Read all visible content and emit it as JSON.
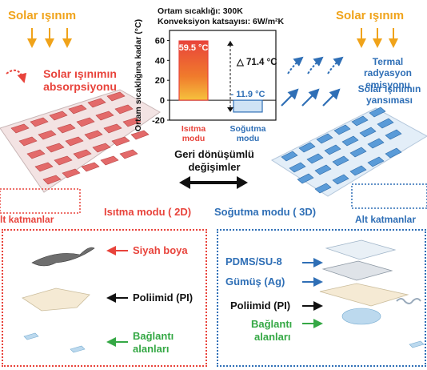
{
  "left": {
    "solar_title": "Solar ışınım",
    "absorption": "Solar ışınımın absorpsiyonu",
    "sub_layers": "lt katmanlar",
    "mode": "Isıtma modu ( 2D)"
  },
  "right": {
    "solar_title": "Solar ışınım",
    "thermal_emission": "Termal radyasyon emisyonu",
    "solar_reflection": "Solar ışınımın yansıması",
    "sub_layers": "Alt katmanlar",
    "mode": "Soğutma modu ( 3D)"
  },
  "center": {
    "line1": "Ortam sıcaklığı: 300K",
    "line2": "Konveksiyon katsayısı: 6W/m²K",
    "reversible_line1": "Geri dönüşümlü",
    "reversible_line2": "değişimler"
  },
  "chart_data": {
    "type": "bar",
    "categories": [
      "Isıtma modu",
      "Soğutma modu"
    ],
    "values": [
      59.5,
      -11.9
    ],
    "value_labels": [
      "59.5 °C",
      "- 11.9 °C"
    ],
    "delta_label": "71.4 °C",
    "ylabel": "Ortam sıcaklığına kadar (°C)",
    "yticks": [
      "60",
      "40",
      "20",
      "0",
      "-20"
    ],
    "ylim": [
      -20,
      70
    ],
    "colors": {
      "heating": "#e8433b",
      "cooling": "#2f6fb6"
    }
  },
  "bottom_left": {
    "black_paint": "Siyah boya",
    "polyimide": "Poliimid (PI)",
    "connection1": "Bağlantı",
    "connection2": "alanları"
  },
  "bottom_right": {
    "pdms": "PDMS/SU-8",
    "silver": "Gümüş (Ag)",
    "polyimide": "Poliimid (PI)",
    "connection1": "Bağlantı",
    "connection2": "alanları"
  }
}
